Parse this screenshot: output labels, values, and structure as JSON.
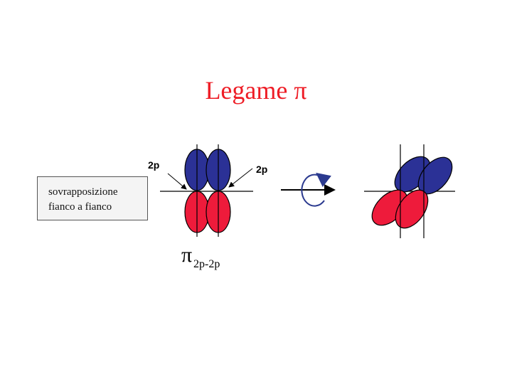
{
  "slide": {
    "title": "Legame π",
    "caption_line1": "sovrapposizione",
    "caption_line2": "fianco a fianco",
    "orbital_label_left": "2p",
    "orbital_label_right": "2p",
    "bond_symbol": "π",
    "bond_subscript": "2p-2p"
  },
  "colors": {
    "title": "#ee1c25",
    "lobe_top": "#2b3196",
    "lobe_bottom": "#ee1b3b",
    "rotation_arrow": "#2b3a8f"
  },
  "icons": [
    "rotation-arrow-icon"
  ]
}
